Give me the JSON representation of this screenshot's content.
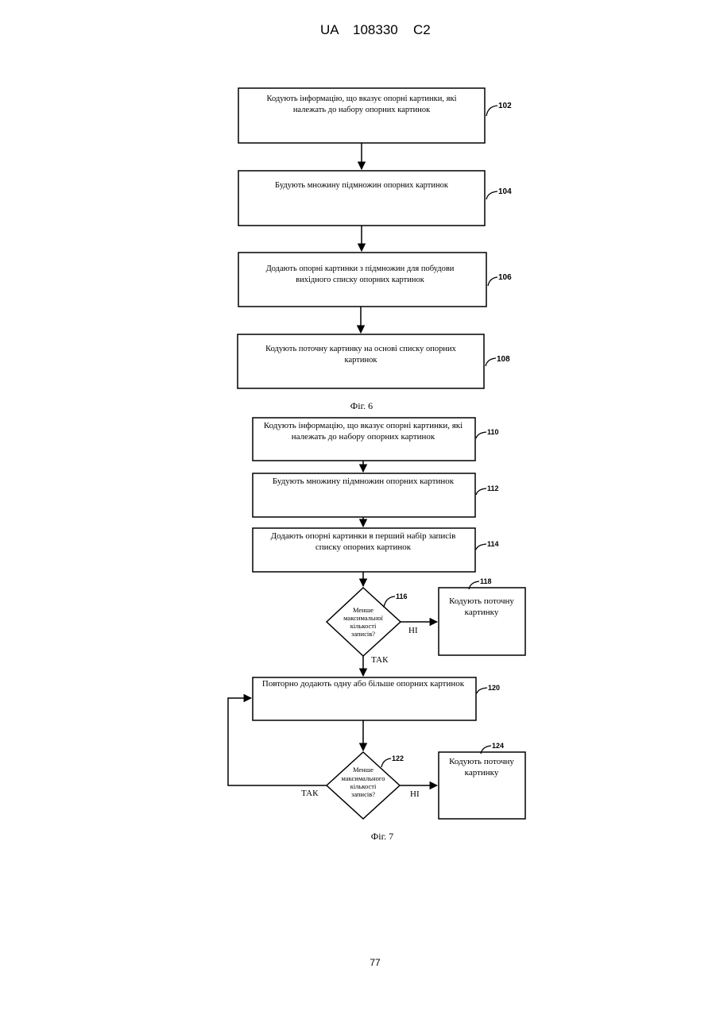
{
  "header": {
    "country": "UA",
    "number": "108330",
    "kind": "C2"
  },
  "fig6": {
    "caption": "Фіг. 6",
    "steps": [
      {
        "ref": "102",
        "lines": [
          "Кодують інформацію, що вказує опорні картинки, які",
          "належать до набору опорних картинок"
        ]
      },
      {
        "ref": "104",
        "lines": [
          "Будують множину підмножин опорних картинок"
        ]
      },
      {
        "ref": "106",
        "lines": [
          "Додають опорні картинки з підмножин для побудови",
          "вихідного списку опорних картинок"
        ]
      },
      {
        "ref": "108",
        "lines": [
          "Кодують поточну картинку на основі списку опорних",
          "картинок"
        ]
      }
    ]
  },
  "fig7": {
    "caption": "Фіг. 7",
    "steps": {
      "s110": {
        "ref": "110",
        "lines": [
          "Кодують інформацію, що вказує опорні картинки, які",
          "належать до набору опорних картинок"
        ]
      },
      "s112": {
        "ref": "112",
        "lines": [
          "Будують множину підмножин опорних картинок"
        ]
      },
      "s114": {
        "ref": "114",
        "lines": [
          "Додають опорні картинки в перший набір записів",
          "списку опорних картинок"
        ]
      },
      "s118": {
        "ref": "118",
        "lines": [
          "Кодують поточну",
          "картинку"
        ]
      },
      "s120": {
        "ref": "120",
        "lines": [
          "Повторно додають одну або більше опорних картинок"
        ]
      },
      "s124": {
        "ref": "124",
        "lines": [
          "Кодують поточну",
          "картинку"
        ]
      }
    },
    "decisions": {
      "d116": {
        "ref": "116",
        "lines": [
          "Менше",
          "максимальної",
          "кількості",
          "записів?"
        ],
        "yes": "ТАК",
        "no": "НІ"
      },
      "d122": {
        "ref": "122",
        "lines": [
          "Менше",
          "максимального",
          "кількості",
          "записів?"
        ],
        "yes": "ТАК",
        "no": "НІ"
      }
    }
  },
  "footer": {
    "page_number": "77"
  }
}
